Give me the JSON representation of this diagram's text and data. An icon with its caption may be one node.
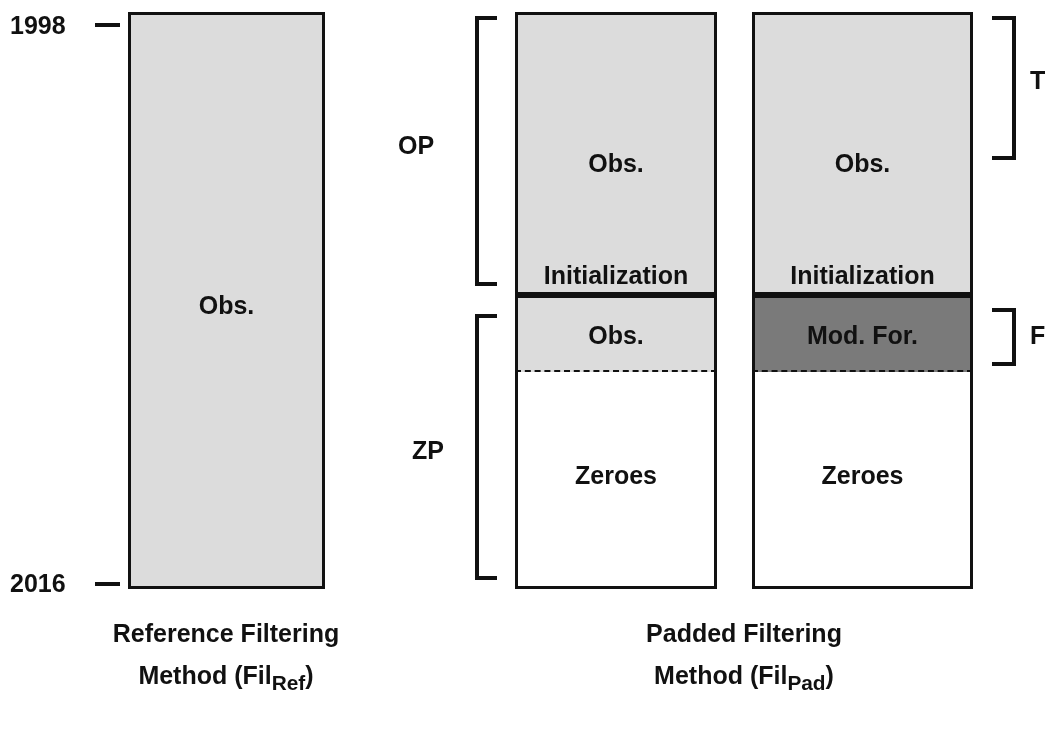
{
  "diagram": {
    "nodes": [
      {
        "text": [
          "Obs."
        ]
      },
      {
        "text": [
          "Obs.",
          "Initialization"
        ]
      },
      {
        "text": [
          "Obs."
        ]
      },
      {
        "text": [
          "Zeroes"
        ]
      },
      {
        "text": [
          "Obs.",
          "Initialization"
        ]
      },
      {
        "text": [
          "Mod. For."
        ]
      },
      {
        "text": [
          "Zeroes"
        ]
      }
    ],
    "labels": [
      "1998",
      "2016",
      "OP",
      "ZP",
      "T",
      "F",
      "Reference Filtering Method (Fil$_{Ref}$)",
      "Padded Filtering Method (Fil$_{Pad}$)"
    ]
  }
}
